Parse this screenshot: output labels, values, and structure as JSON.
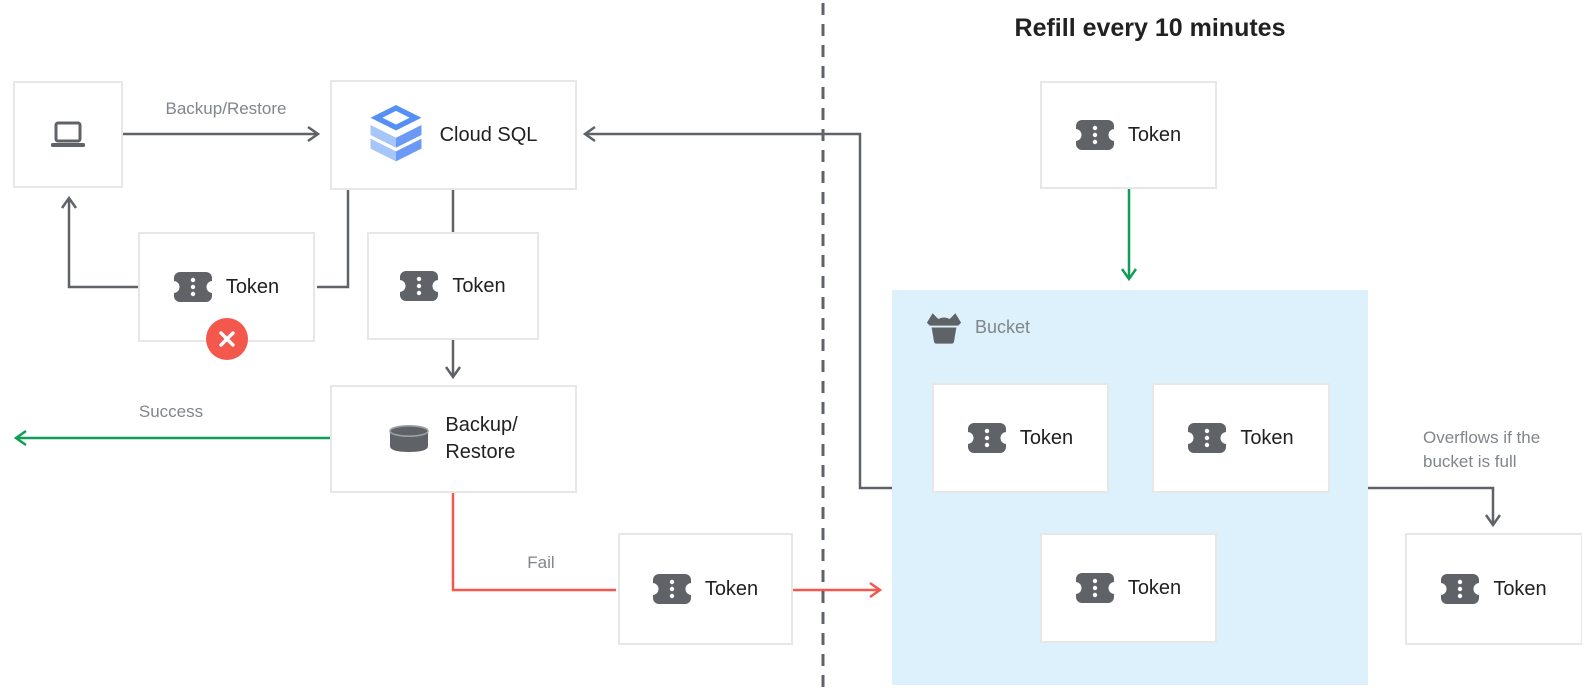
{
  "diagram_title": "Refill every 10 minutes",
  "labels": {
    "token": "Token",
    "cloud_sql": "Cloud SQL",
    "backup_restore_line1": "Backup/",
    "backup_restore_line2": "Restore",
    "backup_restore_arrow": "Backup/Restore",
    "success": "Success",
    "fail": "Fail",
    "bucket": "Bucket",
    "overflow_line1": "Overflows if the",
    "overflow_line2": "bucket is full"
  },
  "icons": {
    "laptop": "laptop-icon",
    "cloud_sql": "cloud-sql-icon",
    "token": "token-ticket-icon",
    "database": "database-cylinder-icon",
    "bucket": "bucket-icon",
    "rejected": "red-x-badge-icon"
  },
  "colors": {
    "arrow-gray": "#5F6368",
    "label-gray": "#80868B",
    "text-dark": "#212121",
    "green": "#0F9D58",
    "red": "#F4584C",
    "bucket-fill": "#DCF1FB",
    "box-border": "#E7E7E7",
    "icon-gray": "#5F6368",
    "cloudsql-blue": "#5490F5",
    "cloudsql-blue-light": "#A6C5F8",
    "cloudsql-blue-mid": "#6B9AF6"
  }
}
